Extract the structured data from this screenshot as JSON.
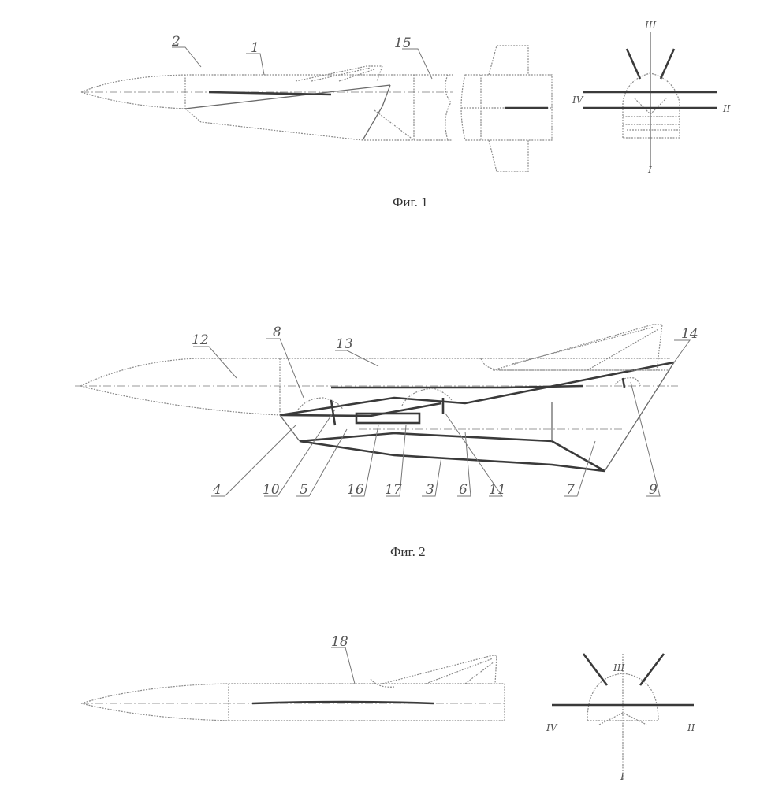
{
  "figures": [
    {
      "caption": "Фиг. 1",
      "labels": [
        "1",
        "2",
        "15"
      ],
      "view_axes": [
        "I",
        "II",
        "III",
        "IV"
      ]
    },
    {
      "caption": "Фиг. 2",
      "labels": [
        "12",
        "8",
        "13",
        "14",
        "4",
        "10",
        "5",
        "16",
        "17",
        "3",
        "6",
        "11",
        "7",
        "9"
      ]
    },
    {
      "labels": [
        "18"
      ],
      "view_axes": [
        "I",
        "II",
        "III",
        "IV"
      ]
    }
  ]
}
